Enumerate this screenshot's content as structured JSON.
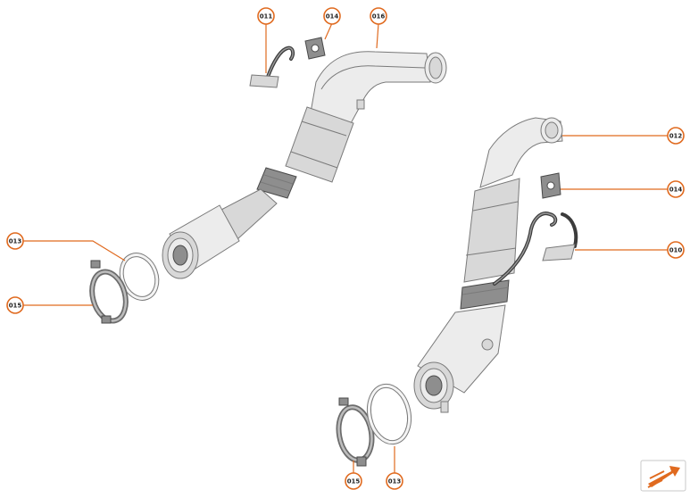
{
  "callouts": {
    "c011": "011",
    "c014a": "014",
    "c016": "016",
    "c012": "012",
    "c014b": "014",
    "c010": "010",
    "c013a": "013",
    "c015a": "015",
    "c015b": "015",
    "c013b": "013"
  },
  "colors": {
    "accent": "#e06a1f",
    "part_fill": "#d8d8d8",
    "part_stroke": "#7a7a7a",
    "hose": "#3c3c3c"
  },
  "icons": {
    "nav": "arrow-direction-icon"
  }
}
